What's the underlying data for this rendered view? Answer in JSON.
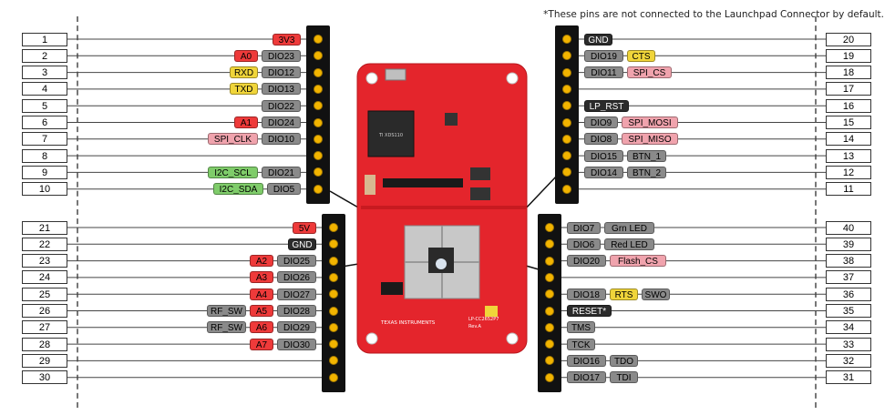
{
  "note": "*These pins are not connected to the Launchpad Connector by default.",
  "colors": {
    "red": "#ee3a3a",
    "gray": "#8a8a8a",
    "black": "#2b2b2b",
    "yellow": "#f0d53a",
    "pink": "#f0a3ad",
    "green": "#7fcc6a",
    "board": "#e4252c"
  },
  "headers": [
    {
      "id": "left-top",
      "side": "left",
      "pins": [
        {
          "num": "1",
          "labels": [
            {
              "text": "3V3",
              "color": "red"
            }
          ]
        },
        {
          "num": "2",
          "labels": [
            {
              "text": "A0",
              "color": "red"
            },
            {
              "text": "DIO23",
              "color": "gray"
            }
          ]
        },
        {
          "num": "3",
          "labels": [
            {
              "text": "RXD",
              "color": "yellow"
            },
            {
              "text": "DIO12",
              "color": "gray"
            }
          ]
        },
        {
          "num": "4",
          "labels": [
            {
              "text": "TXD",
              "color": "yellow"
            },
            {
              "text": "DIO13",
              "color": "gray"
            }
          ]
        },
        {
          "num": "5",
          "labels": [
            {
              "text": "DIO22",
              "color": "gray"
            }
          ]
        },
        {
          "num": "6",
          "labels": [
            {
              "text": "A1",
              "color": "red"
            },
            {
              "text": "DIO24",
              "color": "gray"
            }
          ]
        },
        {
          "num": "7",
          "labels": [
            {
              "text": "SPI_CLK",
              "color": "pink"
            },
            {
              "text": "DIO10",
              "color": "gray"
            }
          ]
        },
        {
          "num": "8",
          "labels": []
        },
        {
          "num": "9",
          "labels": [
            {
              "text": "I2C_SCL",
              "color": "green"
            },
            {
              "text": "DIO21",
              "color": "gray"
            }
          ]
        },
        {
          "num": "10",
          "labels": [
            {
              "text": "I2C_SDA",
              "color": "green"
            },
            {
              "text": "DIO5",
              "color": "gray"
            }
          ]
        }
      ]
    },
    {
      "id": "right-top",
      "side": "right",
      "pins": [
        {
          "num": "20",
          "labels": [
            {
              "text": "GND",
              "color": "black"
            }
          ]
        },
        {
          "num": "19",
          "labels": [
            {
              "text": "DIO19",
              "color": "gray"
            },
            {
              "text": "CTS",
              "color": "yellow"
            }
          ]
        },
        {
          "num": "18",
          "labels": [
            {
              "text": "DIO11",
              "color": "gray"
            },
            {
              "text": "SPI_CS",
              "color": "pink"
            }
          ]
        },
        {
          "num": "17",
          "labels": []
        },
        {
          "num": "16",
          "labels": [
            {
              "text": "LP_RST",
              "color": "black"
            }
          ]
        },
        {
          "num": "15",
          "labels": [
            {
              "text": "DIO9",
              "color": "gray"
            },
            {
              "text": "SPI_MOSI",
              "color": "pink"
            }
          ]
        },
        {
          "num": "14",
          "labels": [
            {
              "text": "DIO8",
              "color": "gray"
            },
            {
              "text": "SPI_MISO",
              "color": "pink"
            }
          ]
        },
        {
          "num": "13",
          "labels": [
            {
              "text": "DIO15",
              "color": "gray"
            },
            {
              "text": "BTN_1",
              "color": "gray"
            }
          ]
        },
        {
          "num": "12",
          "labels": [
            {
              "text": "DIO14",
              "color": "gray"
            },
            {
              "text": "BTN_2",
              "color": "gray"
            }
          ]
        },
        {
          "num": "11",
          "labels": []
        }
      ]
    },
    {
      "id": "left-bottom",
      "side": "left",
      "pins": [
        {
          "num": "21",
          "labels": [
            {
              "text": "5V",
              "color": "red"
            }
          ]
        },
        {
          "num": "22",
          "labels": [
            {
              "text": "GND",
              "color": "black"
            }
          ]
        },
        {
          "num": "23",
          "labels": [
            {
              "text": "A2",
              "color": "red"
            },
            {
              "text": "DIO25",
              "color": "gray"
            }
          ]
        },
        {
          "num": "24",
          "labels": [
            {
              "text": "A3",
              "color": "red"
            },
            {
              "text": "DIO26",
              "color": "gray"
            }
          ]
        },
        {
          "num": "25",
          "labels": [
            {
              "text": "A4",
              "color": "red"
            },
            {
              "text": "DIO27",
              "color": "gray"
            }
          ]
        },
        {
          "num": "26",
          "labels": [
            {
              "text": "RF_SW",
              "color": "gray"
            },
            {
              "text": "A5",
              "color": "red"
            },
            {
              "text": "DIO28",
              "color": "gray"
            }
          ]
        },
        {
          "num": "27",
          "labels": [
            {
              "text": "RF_SW",
              "color": "gray"
            },
            {
              "text": "A6",
              "color": "red"
            },
            {
              "text": "DIO29",
              "color": "gray"
            }
          ]
        },
        {
          "num": "28",
          "labels": [
            {
              "text": "A7",
              "color": "red"
            },
            {
              "text": "DIO30",
              "color": "gray"
            }
          ]
        },
        {
          "num": "29",
          "labels": []
        },
        {
          "num": "30",
          "labels": []
        }
      ]
    },
    {
      "id": "right-bottom",
      "side": "right",
      "pins": [
        {
          "num": "40",
          "labels": [
            {
              "text": "DIO7",
              "color": "gray"
            },
            {
              "text": "Grn LED",
              "color": "gray"
            }
          ]
        },
        {
          "num": "39",
          "labels": [
            {
              "text": "DIO6",
              "color": "gray"
            },
            {
              "text": "Red LED",
              "color": "gray"
            }
          ]
        },
        {
          "num": "38",
          "labels": [
            {
              "text": "DIO20",
              "color": "gray"
            },
            {
              "text": "Flash_CS",
              "color": "pink"
            }
          ]
        },
        {
          "num": "37",
          "labels": []
        },
        {
          "num": "36",
          "labels": [
            {
              "text": "DIO18",
              "color": "gray"
            },
            {
              "text": "RTS",
              "color": "yellow"
            },
            {
              "text": "SWO",
              "color": "gray"
            }
          ]
        },
        {
          "num": "35",
          "labels": [
            {
              "text": "RESET*",
              "color": "black"
            }
          ]
        },
        {
          "num": "34",
          "labels": [
            {
              "text": "TMS",
              "color": "gray"
            }
          ]
        },
        {
          "num": "33",
          "labels": [
            {
              "text": "TCK",
              "color": "gray"
            }
          ]
        },
        {
          "num": "32",
          "labels": [
            {
              "text": "DIO16",
              "color": "gray"
            },
            {
              "text": "TDO",
              "color": "gray"
            }
          ]
        },
        {
          "num": "31",
          "labels": [
            {
              "text": "DIO17",
              "color": "gray"
            },
            {
              "text": "TDI",
              "color": "gray"
            }
          ]
        }
      ]
    }
  ],
  "board": {
    "brand": "TEXAS INSTRUMENTS",
    "model": "LP-CC2652P7",
    "rev": "Rev.A",
    "chip_text": "TI XDS110"
  }
}
